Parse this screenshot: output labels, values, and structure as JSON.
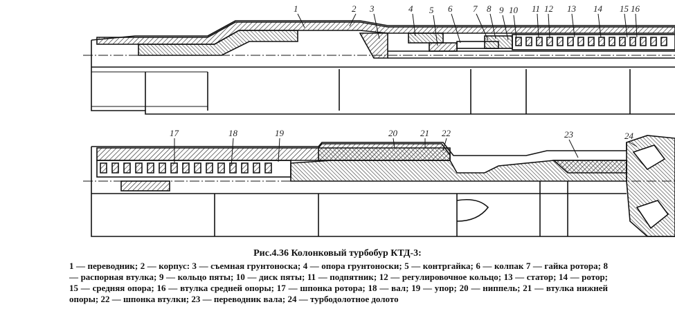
{
  "figure": {
    "callouts_top": [
      "1",
      "2",
      "3",
      "4",
      "5",
      "6",
      "7",
      "8",
      "9",
      "10",
      "11",
      "12",
      "13",
      "14",
      "15",
      "16"
    ],
    "callouts_bottom": [
      "17",
      "18",
      "19",
      "20",
      "21",
      "22",
      "23",
      "24"
    ]
  },
  "caption": {
    "title": "Рис.4.36 Колонковый турбобур КТД-3:",
    "parts": [
      "1 — переводник; 2 — корпус: 3 — съемная грунтоноска; 4 — опора грунтоноски; 5 — контргайка; 6 — колпак 7 — гайка ротора; 8 — распорная втулка; 9 — кольцо пяты; 10 — диск пяты; 11 — подпятник; 12 — регулировочное кольцо; 13 — статор; 14 — ротор; 15 — средняя опора; 16 — втулка средней опоры; 17 — шпонка ротора; 18 — вал; 19 — упор; 20 — ниппель; 21 — втулка нижней опоры; 22 — шпонка втулки; 23 — ",
      "переводник вала; 24 — турбодолотное долото"
    ]
  }
}
